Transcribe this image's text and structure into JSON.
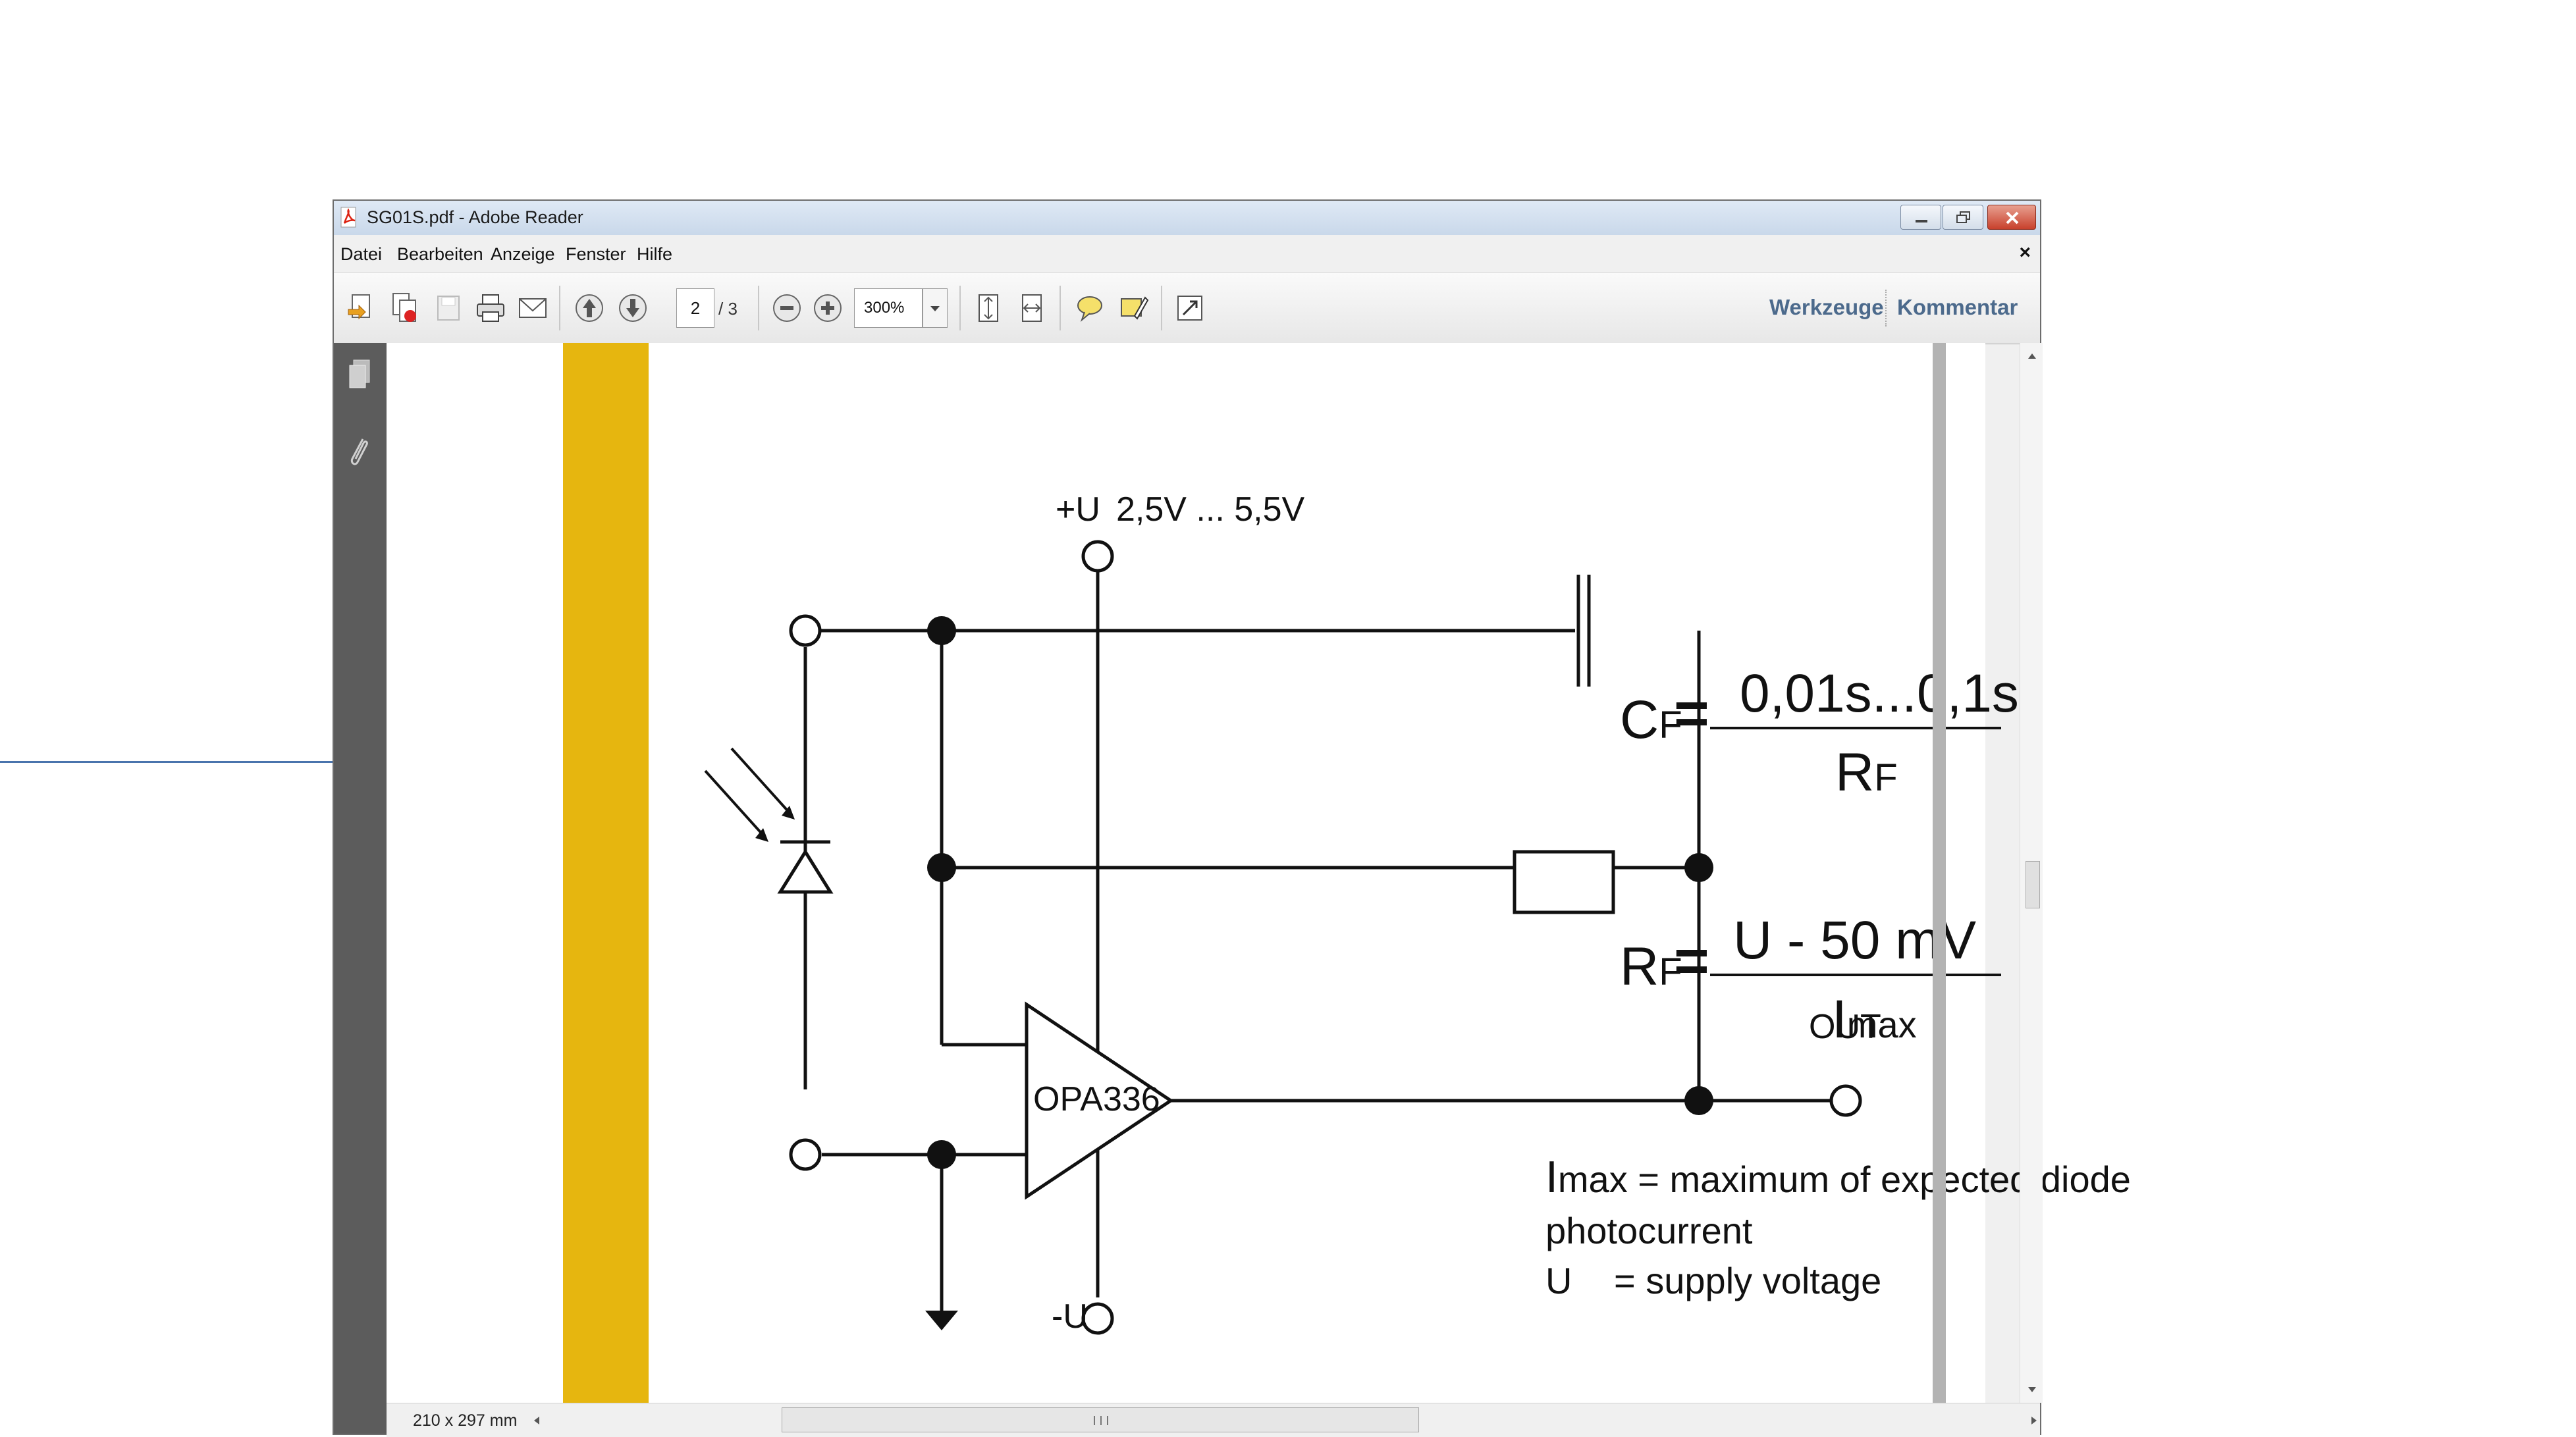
{
  "window": {
    "title": "SG01S.pdf - Adobe Reader"
  },
  "menu": [
    "Datei",
    "Bearbeiten",
    "Anzeige",
    "Fenster",
    "Hilfe"
  ],
  "menu_close": "×",
  "toolbar": {
    "page_current": "2",
    "page_total": "/ 3",
    "zoom": "300%",
    "tools_label": "Werkzeuge",
    "comment_label": "Kommentar"
  },
  "status": {
    "page_size": "210 x 297 mm"
  },
  "circuit": {
    "supply_plus": "+U",
    "supply_range": "2,5V ... 5,5V",
    "supply_minus": "-U",
    "opamp": "OPA336",
    "out": "OUT",
    "cf_lhs": "C",
    "cf_sub": "F",
    "cf_num": "0,01s...0,1s",
    "cf_den": "R",
    "cf_den_sub": "F",
    "rf_lhs": "R",
    "rf_sub": "F",
    "rf_num": "U - 50 mV",
    "rf_den": "I",
    "rf_den_sub": "max",
    "eq": "=",
    "note_imax_sym": "I",
    "note_imax_sub": "max",
    "note_line1": " =  maximum of expected diode",
    "note_line2": "photocurrent",
    "note_u": "U",
    "note_u_def": "= supply voltage"
  },
  "colors": {
    "stripe": "#e6b60f",
    "link": "#4c6a8c",
    "sidebar": "#5c5c5c"
  }
}
